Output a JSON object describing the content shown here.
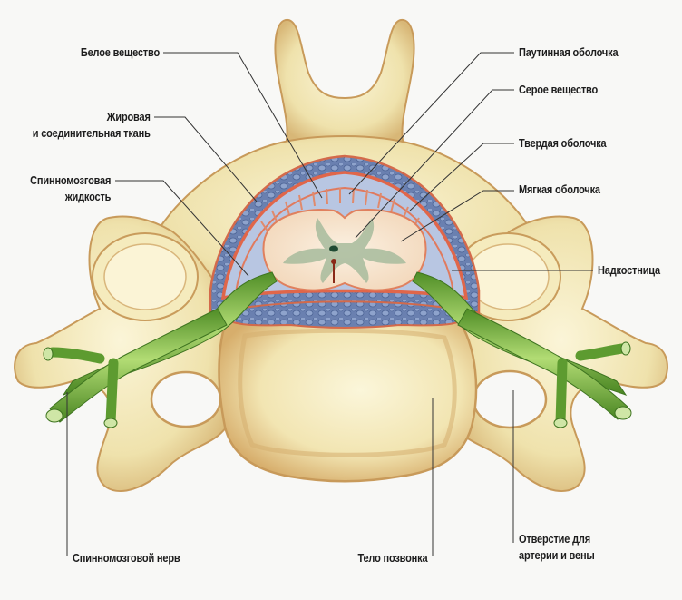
{
  "title": "Поперечный разрез позвонка и спинного мозга",
  "labels": {
    "white_matter": "Белое вещество",
    "fat_tissue": [
      "Жировая",
      "и соединительная ткань"
    ],
    "csf": [
      "Спинномозговая",
      "жидкость"
    ],
    "arachnoid": "Паутинная оболочка",
    "gray_matter": "Серое вещество",
    "dura": "Твердая оболочка",
    "pia": "Мягкая оболочка",
    "periosteum": "Надкостница",
    "spinal_nerve": "Спинномозговой нерв",
    "vertebral_body": "Тело позвонка",
    "foramen": [
      "Отверстие для",
      "артерии и вены"
    ]
  },
  "colors": {
    "bone": "#f1e6b4",
    "bone_edge": "#c89a5a",
    "bone_shade": "#dcb878",
    "nerve": "#6fae3a",
    "nerve_light": "#a9d46a",
    "dura_red": "#e0664a",
    "epidural_blue": "#6f86b4",
    "csf_blue": "#b7c7e3",
    "white_matter": "#f7e9d4",
    "gray_matter": "#9fb59a",
    "leader": "#333333",
    "background": "#f8f8f6"
  }
}
